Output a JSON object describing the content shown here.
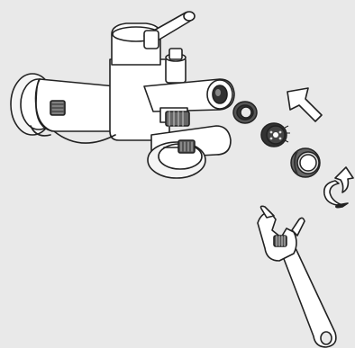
{
  "diagram": {
    "steps": [
      "remove-aerator",
      "unscrew-counterclockwise",
      "use-adjustable-wrench"
    ],
    "icons": {
      "faucet": "wall-mixer-faucet-icon",
      "washer": "rubber-washer-icon",
      "aerator_insert": "aerator-insert-icon",
      "aerator_housing": "aerator-housing-icon",
      "arrow": "pull-out-arrow-icon",
      "rotation": "counterclockwise-rotation-icon",
      "tool": "adjustable-wrench-icon"
    },
    "colors": {
      "background": "#e9e9e9",
      "outline": "#222222",
      "fill": "#ffffff",
      "dark_part": "#333333",
      "shadow": "#d8d8d8"
    }
  }
}
